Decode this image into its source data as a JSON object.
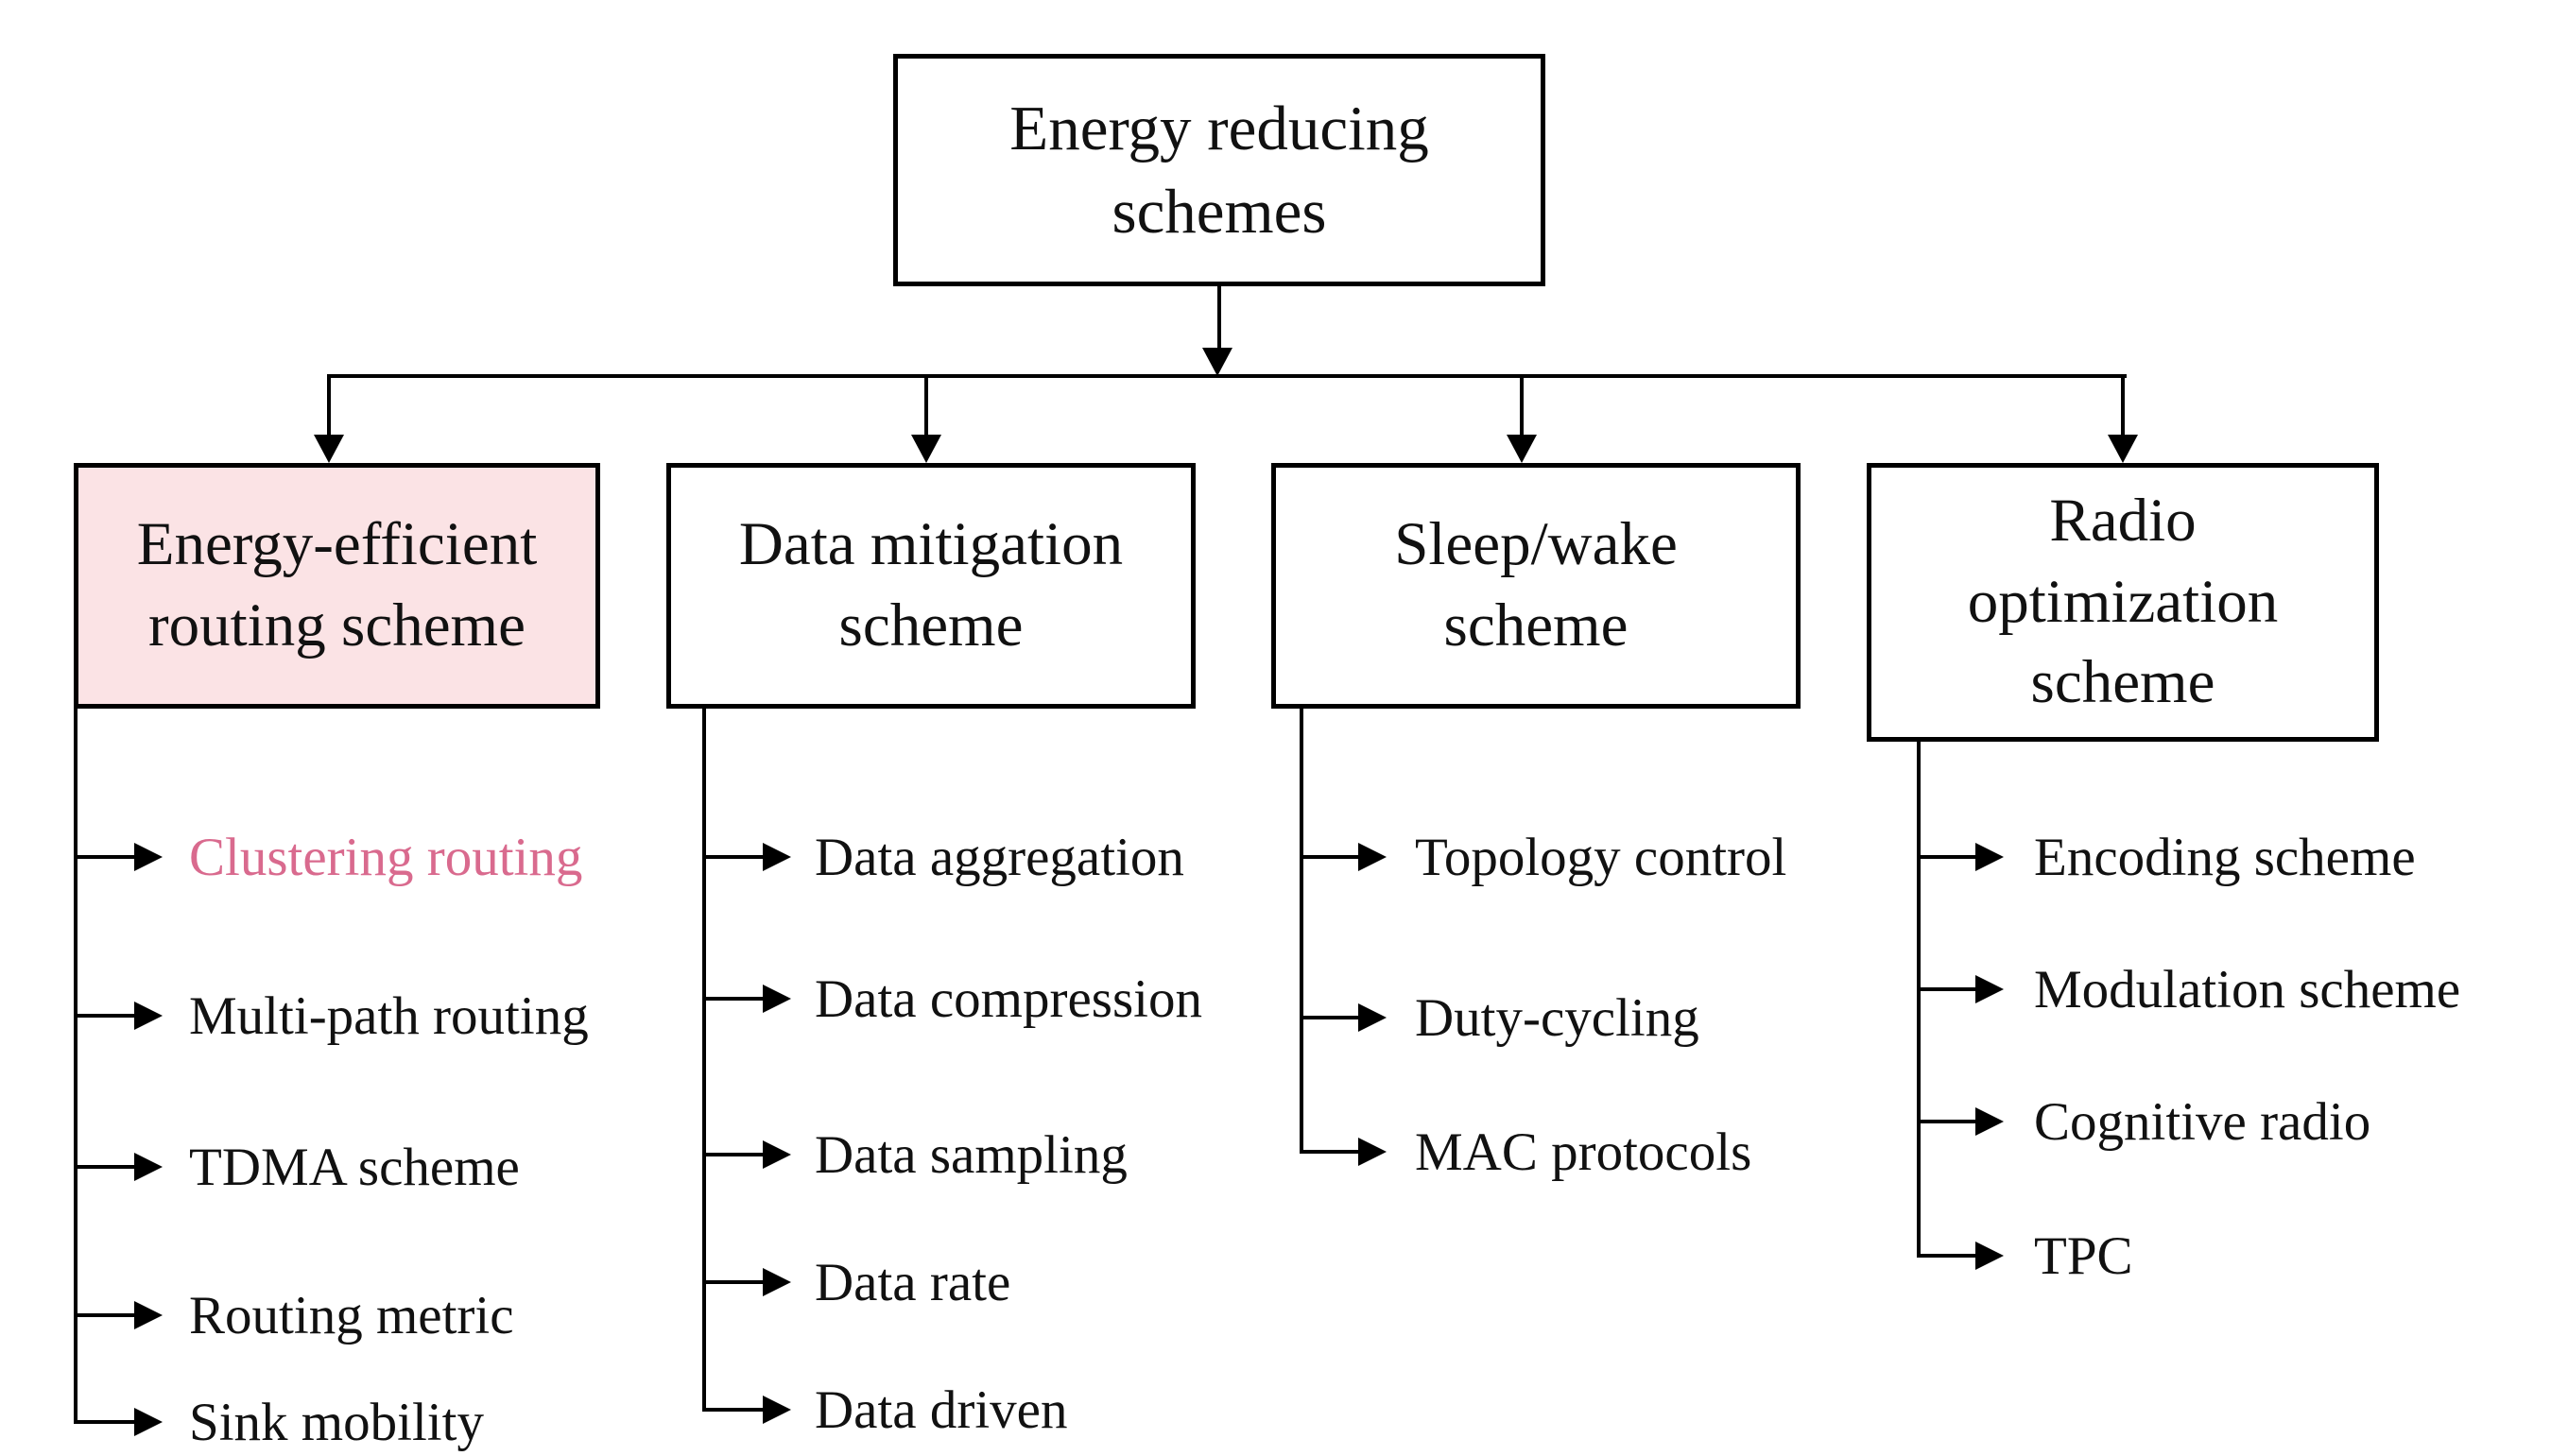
{
  "diagram": {
    "root": {
      "label": "Energy reducing schemes"
    },
    "branches": [
      {
        "title": "Energy-efficient routing scheme",
        "highlighted": true,
        "items": [
          {
            "label": "Clustering routing",
            "highlighted": true
          },
          {
            "label": "Multi-path routing",
            "highlighted": false
          },
          {
            "label": "TDMA scheme",
            "highlighted": false
          },
          {
            "label": "Routing metric",
            "highlighted": false
          },
          {
            "label": "Sink mobility",
            "highlighted": false
          }
        ]
      },
      {
        "title": "Data mitigation scheme",
        "highlighted": false,
        "items": [
          {
            "label": "Data aggregation",
            "highlighted": false
          },
          {
            "label": "Data compression",
            "highlighted": false
          },
          {
            "label": "Data sampling",
            "highlighted": false
          },
          {
            "label": "Data rate",
            "highlighted": false
          },
          {
            "label": "Data driven",
            "highlighted": false
          }
        ]
      },
      {
        "title": "Sleep/wake scheme",
        "highlighted": false,
        "items": [
          {
            "label": "Topology control",
            "highlighted": false
          },
          {
            "label": "Duty-cycling",
            "highlighted": false
          },
          {
            "label": "MAC protocols",
            "highlighted": false
          }
        ]
      },
      {
        "title": "Radio optimization scheme",
        "highlighted": false,
        "items": [
          {
            "label": "Encoding scheme",
            "highlighted": false
          },
          {
            "label": "Modulation scheme",
            "highlighted": false
          },
          {
            "label": "Cognitive radio",
            "highlighted": false
          },
          {
            "label": "TPC",
            "highlighted": false
          }
        ]
      }
    ]
  },
  "colors": {
    "line": "#000000",
    "highlight_fill": "#fbe3e5",
    "highlight_text": "#d96a8e"
  }
}
